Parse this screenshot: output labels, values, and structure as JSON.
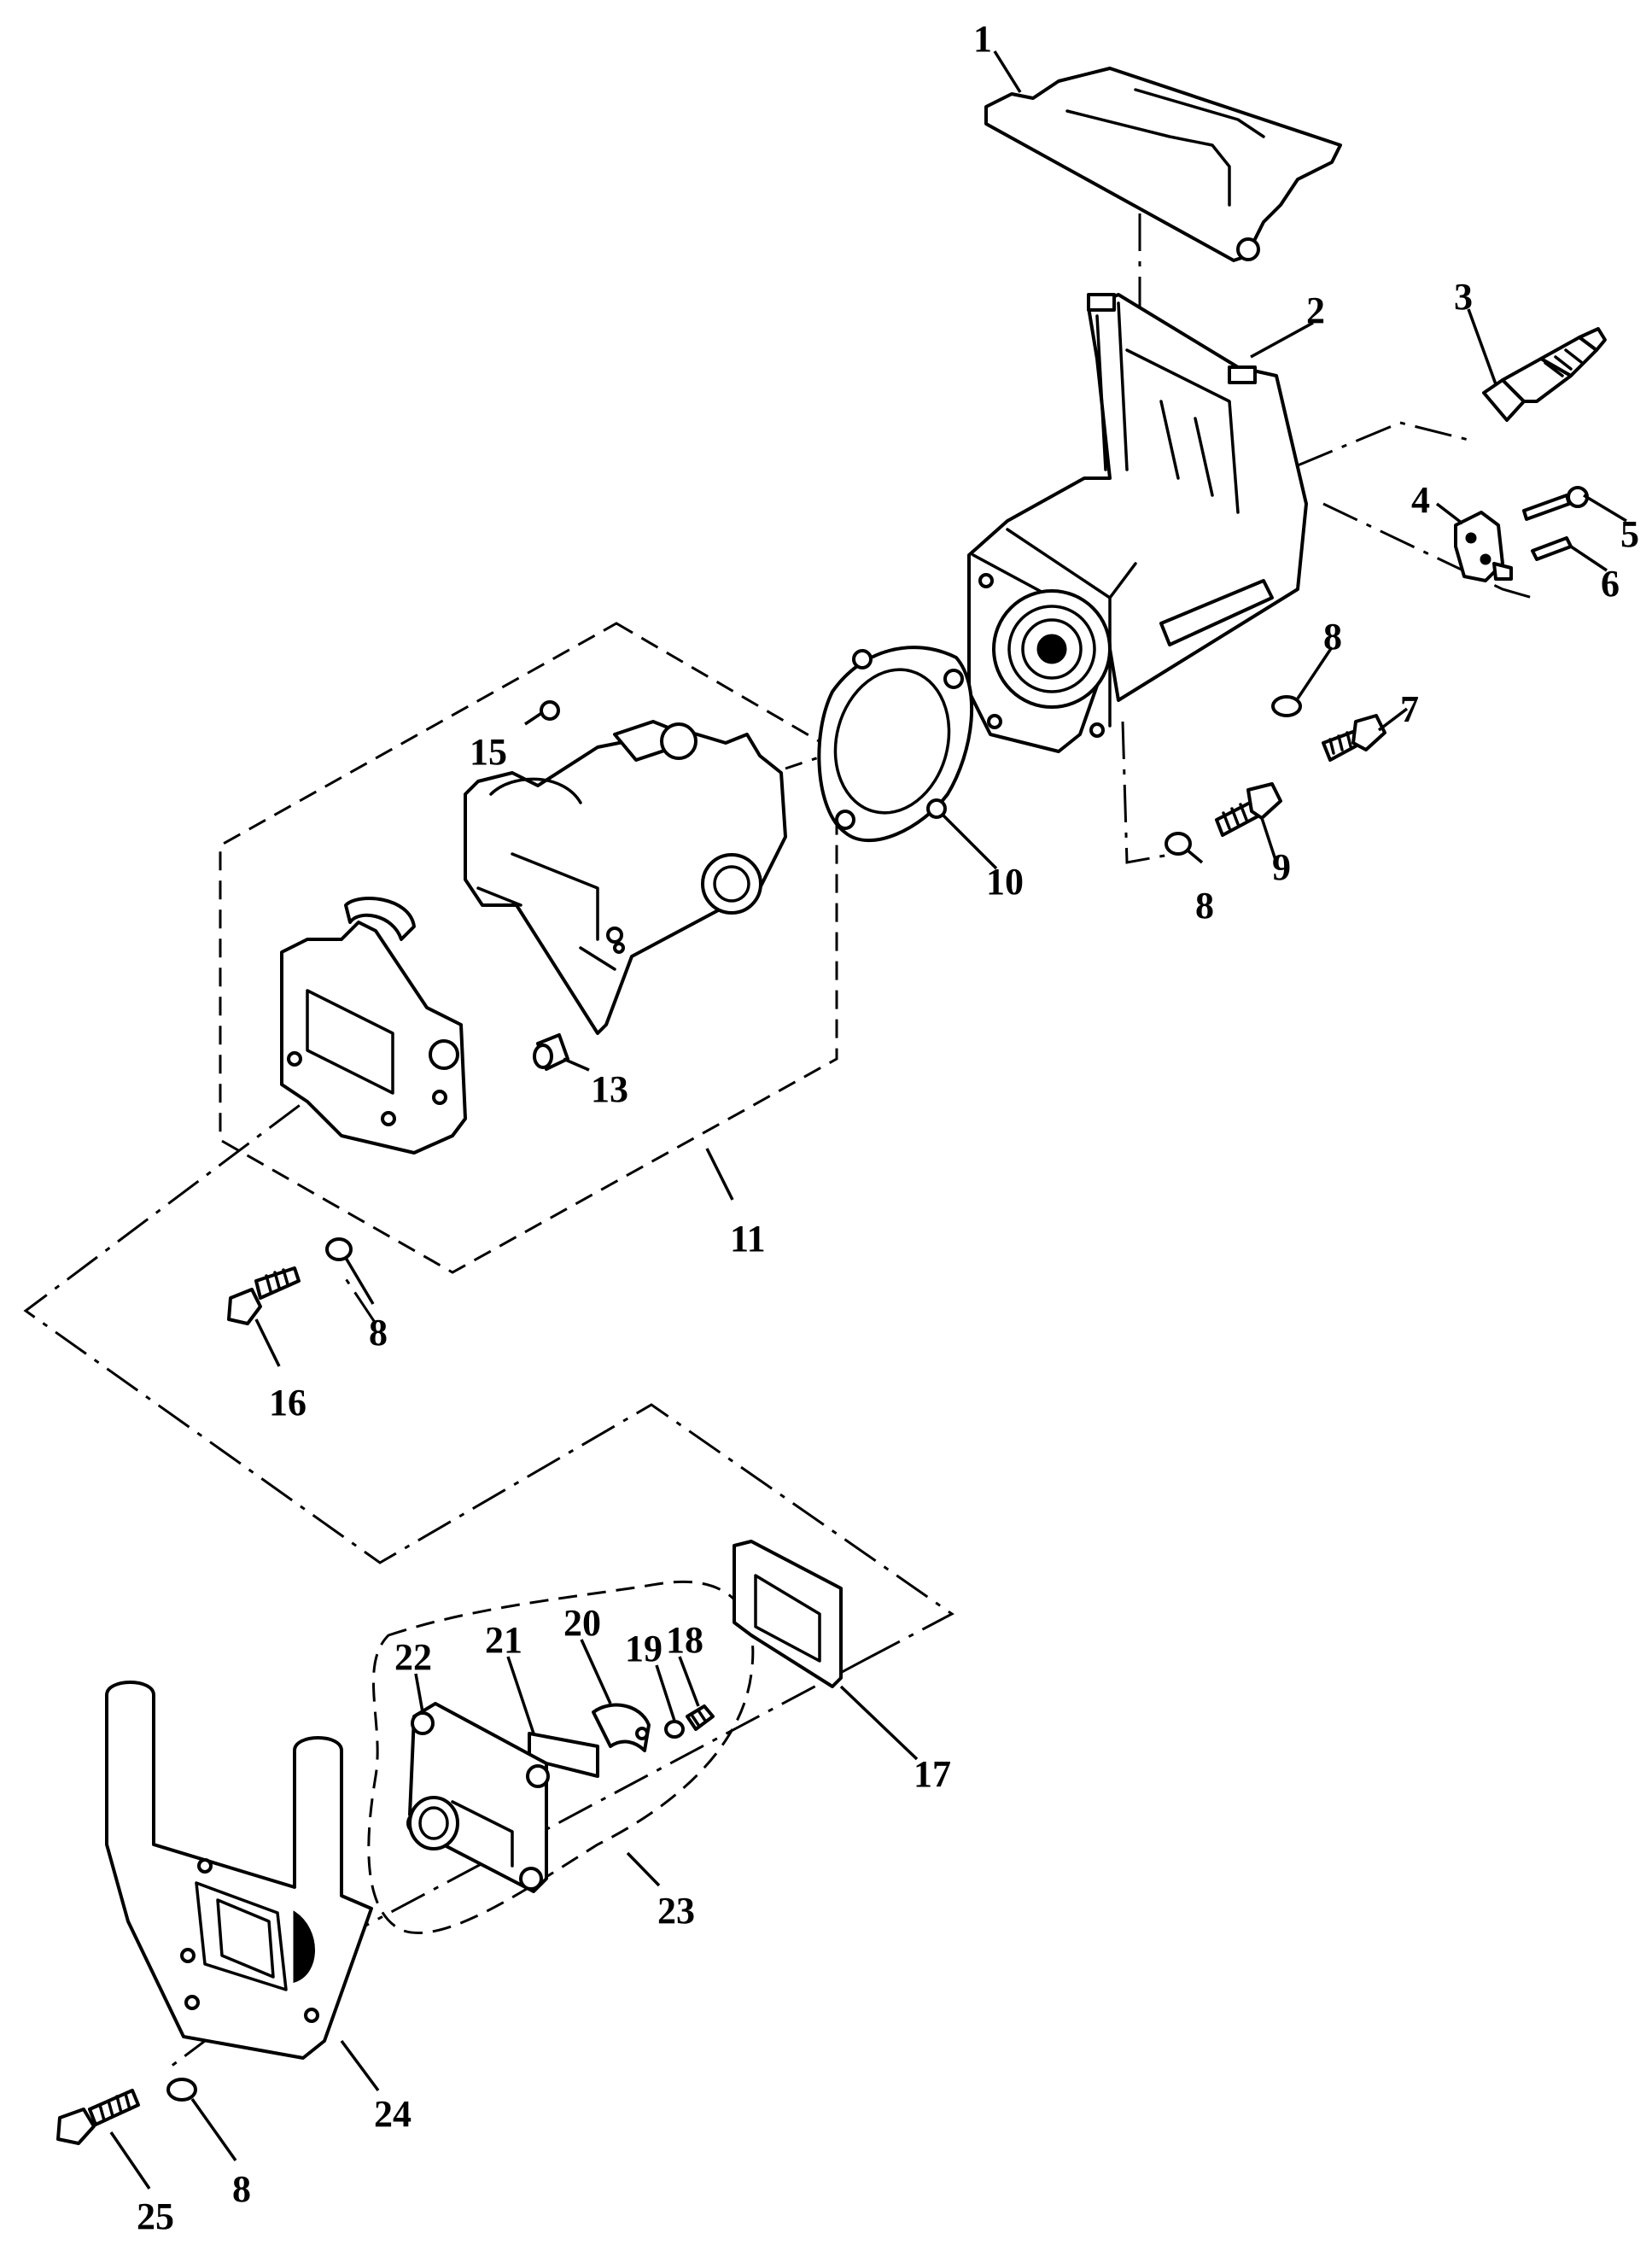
{
  "callouts": [
    {
      "id": "c1",
      "text": "1"
    },
    {
      "id": "c2",
      "text": "2"
    },
    {
      "id": "c3",
      "text": "3"
    },
    {
      "id": "c4",
      "text": "4"
    },
    {
      "id": "c5",
      "text": "5"
    },
    {
      "id": "c6",
      "text": "6"
    },
    {
      "id": "c7",
      "text": "7"
    },
    {
      "id": "c8a",
      "text": "8"
    },
    {
      "id": "c8b",
      "text": "8"
    },
    {
      "id": "c8c",
      "text": "8"
    },
    {
      "id": "c8d",
      "text": "8"
    },
    {
      "id": "c9",
      "text": "9"
    },
    {
      "id": "c10",
      "text": "10"
    },
    {
      "id": "c11",
      "text": "11"
    },
    {
      "id": "c13",
      "text": "13"
    },
    {
      "id": "c15",
      "text": "15"
    },
    {
      "id": "c16",
      "text": "16"
    },
    {
      "id": "c17",
      "text": "17"
    },
    {
      "id": "c18",
      "text": "18"
    },
    {
      "id": "c19",
      "text": "19"
    },
    {
      "id": "c20",
      "text": "20"
    },
    {
      "id": "c21",
      "text": "21"
    },
    {
      "id": "c22",
      "text": "22"
    },
    {
      "id": "c23",
      "text": "23"
    },
    {
      "id": "c24",
      "text": "24"
    },
    {
      "id": "c25",
      "text": "25"
    }
  ]
}
